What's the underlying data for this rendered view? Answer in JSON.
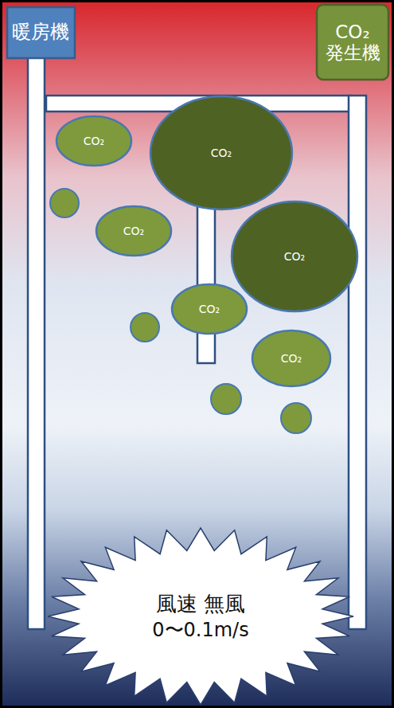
{
  "diagram": {
    "nodes": [
      {
        "text": [
          "暖房機"
        ]
      },
      {
        "text": [
          "CO₂ 発生機"
        ]
      },
      {
        "text": [
          "CO₂"
        ]
      },
      {
        "text": [
          "CO₂"
        ]
      },
      {
        "text": [
          "CO₂"
        ]
      },
      {
        "text": [
          "CO₂"
        ]
      },
      {
        "text": [
          "CO₂"
        ]
      },
      {
        "text": [
          "CO₂"
        ]
      },
      {
        "text": [
          "風速 無風",
          "0〜0.1m/s"
        ]
      }
    ]
  }
}
